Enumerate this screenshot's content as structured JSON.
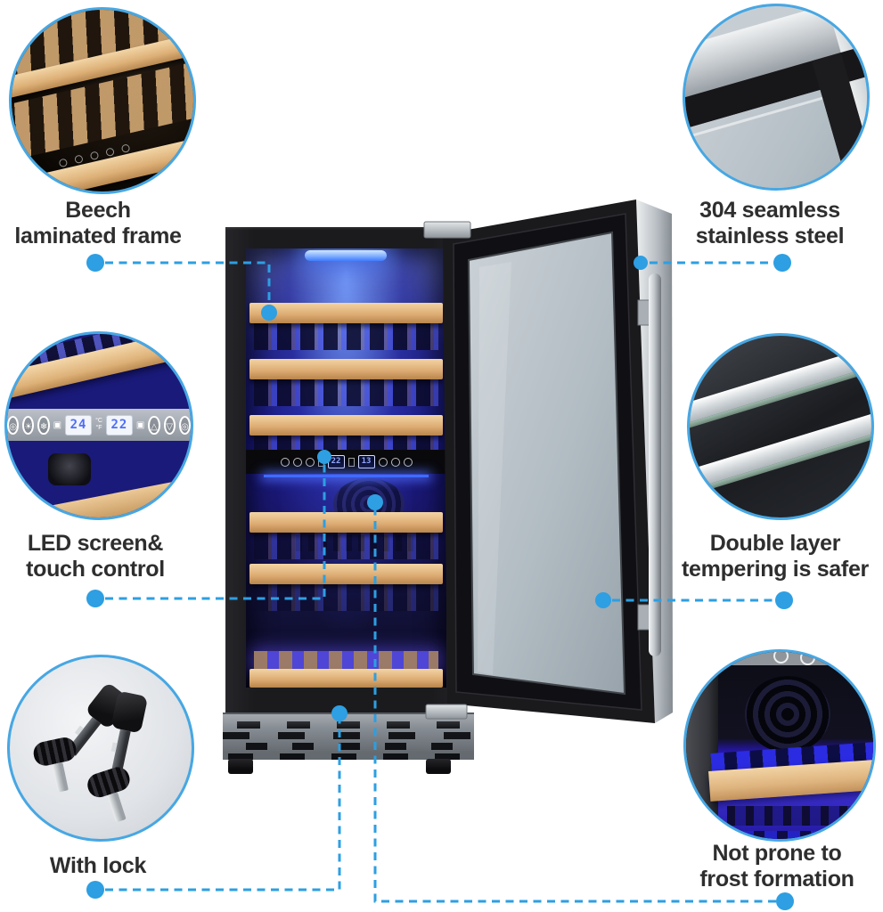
{
  "colors": {
    "accent_blue": "#2d9fe2",
    "circle_border": "#47a7e3",
    "label_text": "#2e2e2e"
  },
  "callouts": {
    "beech": {
      "line1": "Beech",
      "line2": "laminated frame"
    },
    "steel": {
      "line1": "304 seamless",
      "line2": "stainless steel"
    },
    "led": {
      "line1": "LED screen&",
      "line2": "touch control"
    },
    "glass": {
      "line1": "Double layer",
      "line2": "tempering is safer"
    },
    "lock": {
      "line1": "With lock",
      "line2": ""
    },
    "frost": {
      "line1": "Not prone to",
      "line2": "frost formation"
    }
  },
  "inset_panel": {
    "icons_left": [
      "◎",
      "☀",
      "❄"
    ],
    "mid_icon": "▣",
    "display_left": "24",
    "unit_top": "°C",
    "unit_bottom": "°F",
    "display_right": "22",
    "mid_icon2": "▣",
    "icons_right": [
      "△",
      "▽",
      "◎"
    ]
  },
  "fridge_panel": {
    "display_left": "22",
    "display_right": "13"
  }
}
